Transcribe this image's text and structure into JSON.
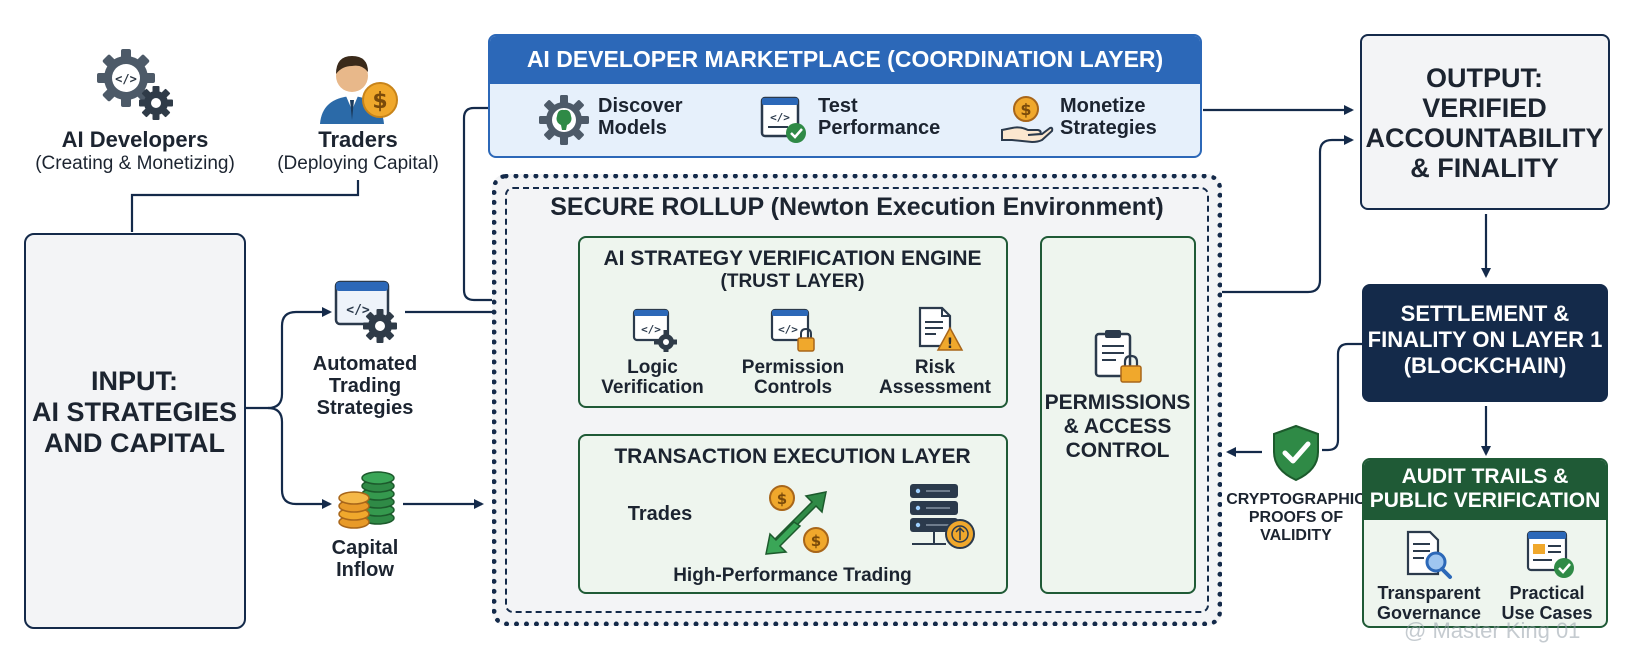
{
  "actors": {
    "developers": {
      "title": "AI Developers",
      "subtitle": "(Creating & Monetizing)",
      "icon": "code-gear-icon"
    },
    "traders": {
      "title": "Traders",
      "subtitle": "(Deploying Capital)",
      "icon": "trader-coin-icon"
    }
  },
  "input": {
    "line1": "INPUT:",
    "line2": "AI STRATEGIES",
    "line3": "AND CAPITAL"
  },
  "sources": {
    "automated": {
      "line1": "Automated",
      "line2": "Trading",
      "line3": "Strategies",
      "icon": "code-window-gear-icon"
    },
    "capital": {
      "line1": "Capital",
      "line2": "Inflow",
      "icon": "coin-stacks-icon"
    }
  },
  "marketplace": {
    "title": "AI DEVELOPER MARKETPLACE (COORDINATION LAYER)",
    "steps": [
      {
        "line1": "Discover",
        "line2": "Models",
        "icon": "gear-brain-icon"
      },
      {
        "line1": "Test",
        "line2": "Performance",
        "icon": "code-check-icon"
      },
      {
        "line1": "Monetize",
        "line2": "Strategies",
        "icon": "hand-coin-icon"
      }
    ]
  },
  "rollup": {
    "title": "SECURE ROLLUP (Newton Execution Environment)"
  },
  "verification": {
    "title": "AI STRATEGY VERIFICATION ENGINE",
    "subtitle": "(TRUST LAYER)",
    "steps": [
      {
        "line1": "Logic",
        "line2": "Verification",
        "icon": "code-gear-icon"
      },
      {
        "line1": "Permission",
        "line2": "Controls",
        "icon": "code-lock-icon"
      },
      {
        "line1": "Risk",
        "line2": "Assessment",
        "icon": "document-warning-icon"
      }
    ]
  },
  "execution": {
    "title": "TRANSACTION EXECUTION LAYER",
    "trades": "Trades",
    "footer": "High-Performance Trading",
    "icons": [
      "exchange-arrows-icon",
      "server-icon"
    ]
  },
  "permissions": {
    "line1": "PERMISSIONS",
    "line2": "& ACCESS",
    "line3": "CONTROL",
    "icon": "clipboard-lock-icon"
  },
  "output": {
    "line1": "OUTPUT:",
    "line2": "VERIFIED",
    "line3": "ACCOUNTABILITY",
    "line4": "& FINALITY"
  },
  "settlement": {
    "line1": "SETTLEMENT &",
    "line2": "FINALITY ON LAYER 1",
    "line3": "(BLOCKCHAIN)"
  },
  "proofs": {
    "line1": "CRYPTOGRAPHIC",
    "line2": "PROOFS OF",
    "line3": "VALIDITY",
    "icon": "shield-check-icon"
  },
  "audit": {
    "title1": "AUDIT TRAILS &",
    "title2": "PUBLIC VERIFICATION",
    "items": [
      {
        "line1": "Transparent",
        "line2": "Governance",
        "icon": "document-search-icon"
      },
      {
        "line1": "Practical",
        "line2": "Use Cases",
        "icon": "dashboard-check-icon"
      }
    ]
  },
  "watermark": "@ Master King 01",
  "colors": {
    "navy": "#142a4a",
    "blue": "#2c68b8",
    "lightblue": "#e6f0fb",
    "green": "#1e6b3c",
    "lightgreen": "#eef5ee",
    "gold": "#f0a82c",
    "darkgreen": "#1f5a36"
  }
}
